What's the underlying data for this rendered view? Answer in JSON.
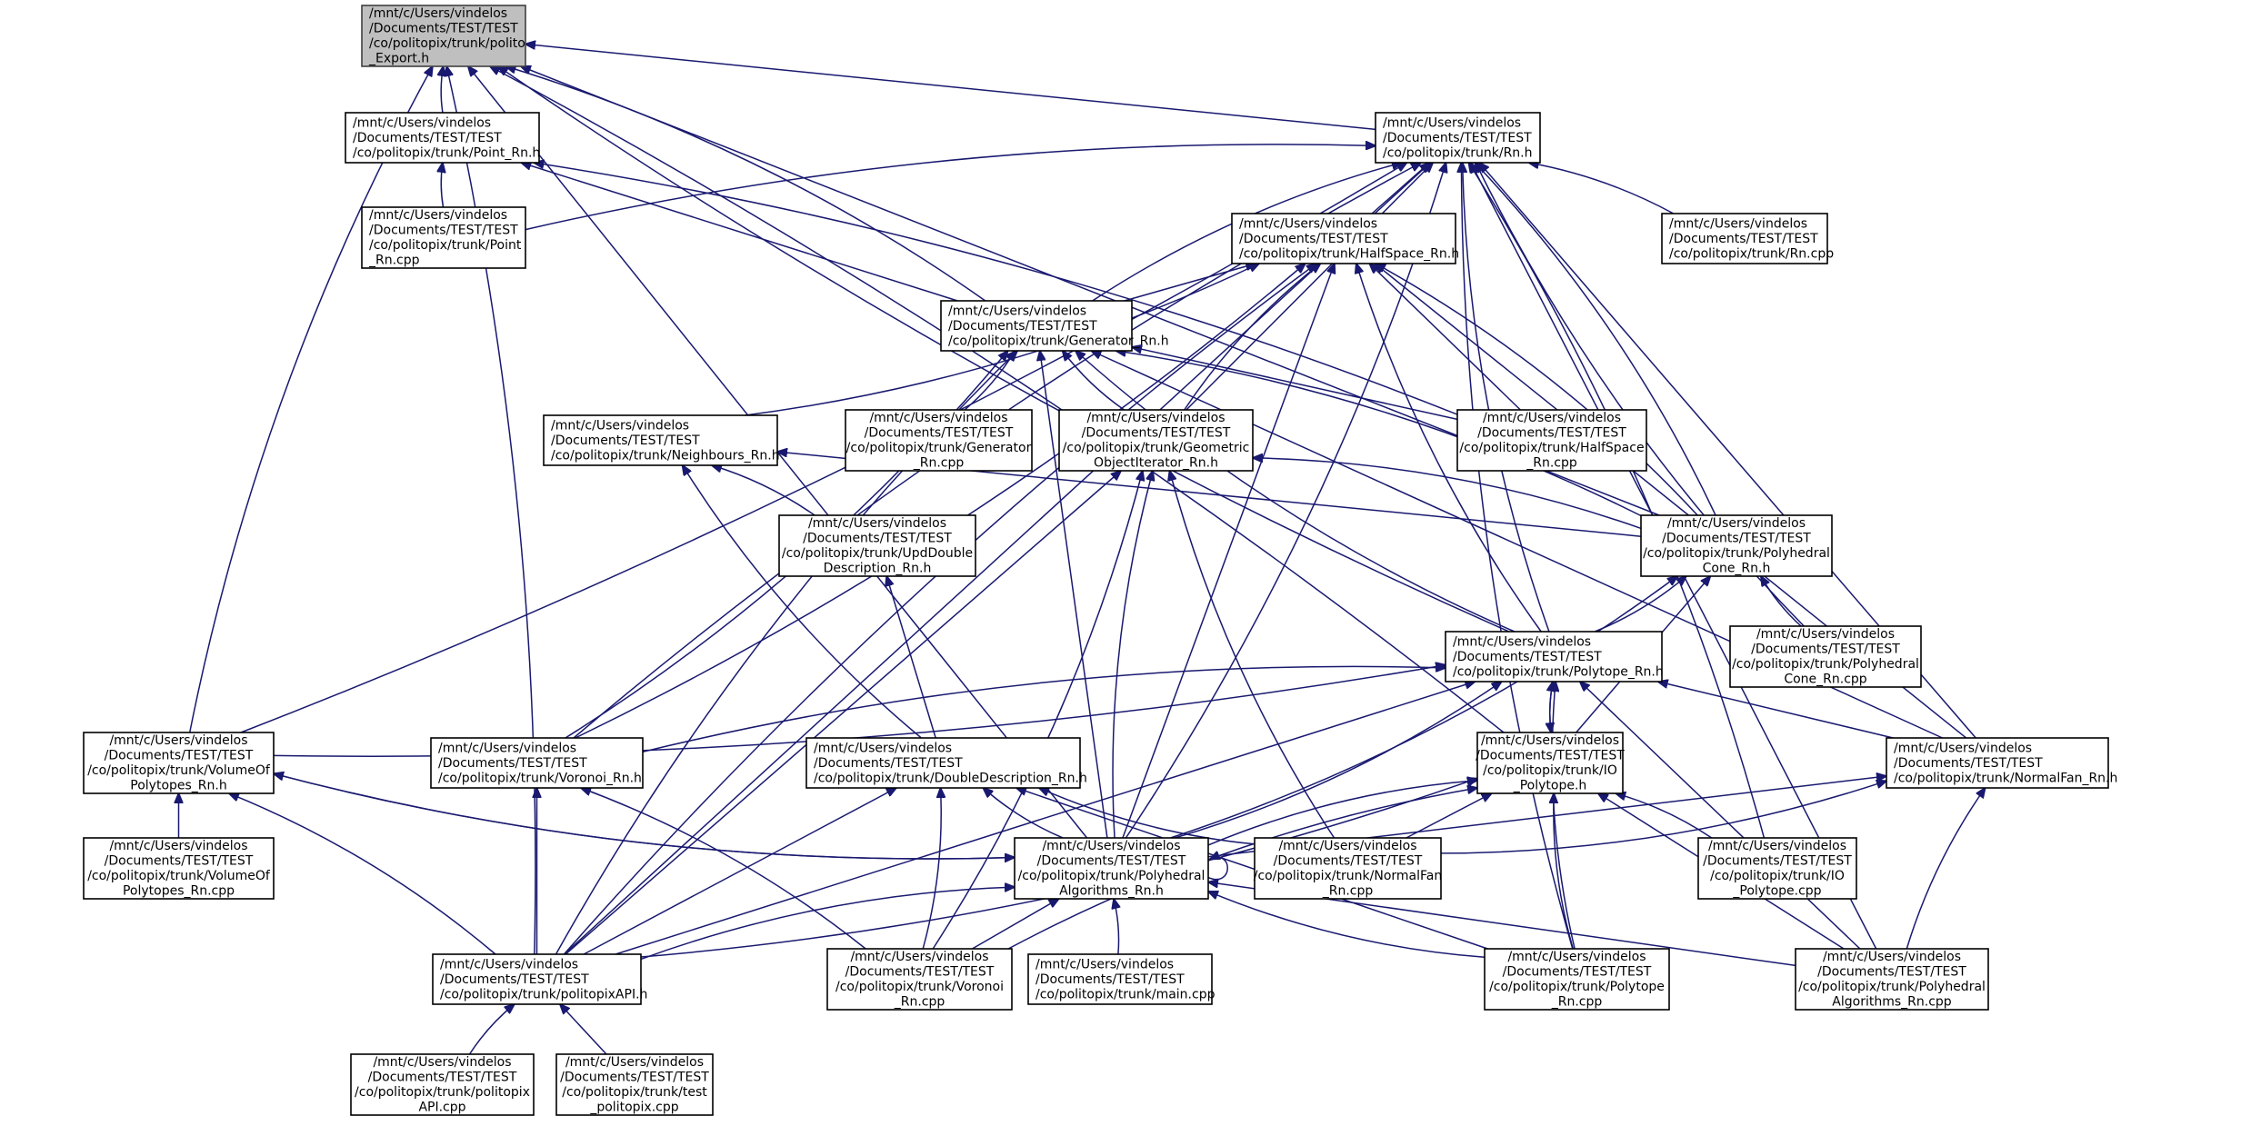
{
  "nodes": [
    {
      "id": "export",
      "lines": [
        "/mnt/c/Users/vindelos",
        "/Documents/TEST/TEST",
        "/co/politopix/trunk/polito",
        "_Export.h"
      ],
      "align": "left",
      "root": true
    },
    {
      "id": "point_h",
      "lines": [
        "/mnt/c/Users/vindelos",
        "/Documents/TEST/TEST",
        "/co/politopix/trunk/Point_Rn.h"
      ],
      "align": "left"
    },
    {
      "id": "rn_h",
      "lines": [
        "/mnt/c/Users/vindelos",
        "/Documents/TEST/TEST",
        "/co/politopix/trunk/Rn.h"
      ],
      "align": "left"
    },
    {
      "id": "point_cpp",
      "lines": [
        "/mnt/c/Users/vindelos",
        "/Documents/TEST/TEST",
        "/co/politopix/trunk/Point",
        "_Rn.cpp"
      ],
      "align": "left"
    },
    {
      "id": "halfspace_h",
      "lines": [
        "/mnt/c/Users/vindelos",
        "/Documents/TEST/TEST",
        "/co/politopix/trunk/HalfSpace_Rn.h"
      ],
      "align": "left"
    },
    {
      "id": "rn_cpp",
      "lines": [
        "/mnt/c/Users/vindelos",
        "/Documents/TEST/TEST",
        "/co/politopix/trunk/Rn.cpp"
      ],
      "align": "left"
    },
    {
      "id": "generator_h",
      "lines": [
        "/mnt/c/Users/vindelos",
        "/Documents/TEST/TEST",
        "/co/politopix/trunk/Generator_Rn.h"
      ],
      "align": "left"
    },
    {
      "id": "neighbours_h",
      "lines": [
        "/mnt/c/Users/vindelos",
        "/Documents/TEST/TEST",
        "/co/politopix/trunk/Neighbours_Rn.h"
      ],
      "align": "left"
    },
    {
      "id": "generator_cpp",
      "lines": [
        "/mnt/c/Users/vindelos",
        "/Documents/TEST/TEST",
        "/co/politopix/trunk/Generator",
        "_Rn.cpp"
      ],
      "align": "center"
    },
    {
      "id": "geomiter_h",
      "lines": [
        "/mnt/c/Users/vindelos",
        "/Documents/TEST/TEST",
        "/co/politopix/trunk/Geometric",
        "ObjectIterator_Rn.h"
      ],
      "align": "center"
    },
    {
      "id": "halfspace_cpp",
      "lines": [
        "/mnt/c/Users/vindelos",
        "/Documents/TEST/TEST",
        "/co/politopix/trunk/HalfSpace",
        "_Rn.cpp"
      ],
      "align": "center"
    },
    {
      "id": "upd_h",
      "lines": [
        "/mnt/c/Users/vindelos",
        "/Documents/TEST/TEST",
        "/co/politopix/trunk/UpdDouble",
        "Description_Rn.h"
      ],
      "align": "center"
    },
    {
      "id": "cone_h",
      "lines": [
        "/mnt/c/Users/vindelos",
        "/Documents/TEST/TEST",
        "/co/politopix/trunk/Polyhedral",
        "Cone_Rn.h"
      ],
      "align": "center"
    },
    {
      "id": "polytope_h",
      "lines": [
        "/mnt/c/Users/vindelos",
        "/Documents/TEST/TEST",
        "/co/politopix/trunk/Polytope_Rn.h"
      ],
      "align": "left"
    },
    {
      "id": "cone_cpp",
      "lines": [
        "/mnt/c/Users/vindelos",
        "/Documents/TEST/TEST",
        "/co/politopix/trunk/Polyhedral",
        "Cone_Rn.cpp"
      ],
      "align": "center"
    },
    {
      "id": "volume_h",
      "lines": [
        "/mnt/c/Users/vindelos",
        "/Documents/TEST/TEST",
        "/co/politopix/trunk/VolumeOf",
        "Polytopes_Rn.h"
      ],
      "align": "center"
    },
    {
      "id": "voronoi_h",
      "lines": [
        "/mnt/c/Users/vindelos",
        "/Documents/TEST/TEST",
        "/co/politopix/trunk/Voronoi_Rn.h"
      ],
      "align": "left"
    },
    {
      "id": "dd_h",
      "lines": [
        "/mnt/c/Users/vindelos",
        "/Documents/TEST/TEST",
        "/co/politopix/trunk/DoubleDescription_Rn.h"
      ],
      "align": "left"
    },
    {
      "id": "io_h",
      "lines": [
        "/mnt/c/Users/vindelos",
        "/Documents/TEST/TEST",
        "/co/politopix/trunk/IO",
        "_Polytope.h"
      ],
      "align": "center"
    },
    {
      "id": "normalfan_h",
      "lines": [
        "/mnt/c/Users/vindelos",
        "/Documents/TEST/TEST",
        "/co/politopix/trunk/NormalFan_Rn.h"
      ],
      "align": "left"
    },
    {
      "id": "volume_cpp",
      "lines": [
        "/mnt/c/Users/vindelos",
        "/Documents/TEST/TEST",
        "/co/politopix/trunk/VolumeOf",
        "Polytopes_Rn.cpp"
      ],
      "align": "center"
    },
    {
      "id": "algos_h",
      "lines": [
        "/mnt/c/Users/vindelos",
        "/Documents/TEST/TEST",
        "/co/politopix/trunk/Polyhedral",
        "Algorithms_Rn.h"
      ],
      "align": "center"
    },
    {
      "id": "normalfan_cpp",
      "lines": [
        "/mnt/c/Users/vindelos",
        "/Documents/TEST/TEST",
        "/co/politopix/trunk/NormalFan",
        "_Rn.cpp"
      ],
      "align": "center"
    },
    {
      "id": "io_cpp",
      "lines": [
        "/mnt/c/Users/vindelos",
        "/Documents/TEST/TEST",
        "/co/politopix/trunk/IO",
        "_Polytope.cpp"
      ],
      "align": "center"
    },
    {
      "id": "api_h",
      "lines": [
        "/mnt/c/Users/vindelos",
        "/Documents/TEST/TEST",
        "/co/politopix/trunk/politopixAPI.h"
      ],
      "align": "left"
    },
    {
      "id": "voronoi_cpp",
      "lines": [
        "/mnt/c/Users/vindelos",
        "/Documents/TEST/TEST",
        "/co/politopix/trunk/Voronoi",
        "_Rn.cpp"
      ],
      "align": "center"
    },
    {
      "id": "main_cpp",
      "lines": [
        "/mnt/c/Users/vindelos",
        "/Documents/TEST/TEST",
        "/co/politopix/trunk/main.cpp"
      ],
      "align": "left"
    },
    {
      "id": "polytope_cpp",
      "lines": [
        "/mnt/c/Users/vindelos",
        "/Documents/TEST/TEST",
        "/co/politopix/trunk/Polytope",
        "_Rn.cpp"
      ],
      "align": "center"
    },
    {
      "id": "algos_cpp",
      "lines": [
        "/mnt/c/Users/vindelos",
        "/Documents/TEST/TEST",
        "/co/politopix/trunk/Polyhedral",
        "Algorithms_Rn.cpp"
      ],
      "align": "center"
    },
    {
      "id": "api_cpp",
      "lines": [
        "/mnt/c/Users/vindelos",
        "/Documents/TEST/TEST",
        "/co/politopix/trunk/politopix",
        "API.cpp"
      ],
      "align": "center"
    },
    {
      "id": "test_cpp",
      "lines": [
        "/mnt/c/Users/vindelos",
        "/Documents/TEST/TEST",
        "/co/politopix/trunk/test",
        "_politopix.cpp"
      ],
      "align": "center"
    }
  ],
  "edges": [
    [
      "point_h",
      "export"
    ],
    [
      "rn_h",
      "export"
    ],
    [
      "generator_h",
      "export"
    ],
    [
      "volume_h",
      "export"
    ],
    [
      "algos_h",
      "export"
    ],
    [
      "api_h",
      "export"
    ],
    [
      "polytope_h",
      "export"
    ],
    [
      "cone_h",
      "export"
    ],
    [
      "io_h",
      "export"
    ],
    [
      "point_cpp",
      "point_h"
    ],
    [
      "generator_h",
      "point_h"
    ],
    [
      "halfspace_cpp",
      "point_h"
    ],
    [
      "point_cpp",
      "rn_h"
    ],
    [
      "halfspace_h",
      "rn_h"
    ],
    [
      "rn_cpp",
      "rn_h"
    ],
    [
      "generator_h",
      "rn_h"
    ],
    [
      "geomiter_h",
      "rn_h"
    ],
    [
      "cone_h",
      "rn_h"
    ],
    [
      "cone_cpp",
      "rn_h"
    ],
    [
      "normalfan_h",
      "rn_h"
    ],
    [
      "io_cpp",
      "rn_h"
    ],
    [
      "polytope_cpp",
      "rn_h"
    ],
    [
      "algos_cpp",
      "rn_h"
    ],
    [
      "volume_h",
      "rn_h"
    ],
    [
      "voronoi_h",
      "rn_h"
    ],
    [
      "api_h",
      "rn_h"
    ],
    [
      "algos_h",
      "rn_h"
    ],
    [
      "polytope_h",
      "rn_h"
    ],
    [
      "generator_h",
      "halfspace_h"
    ],
    [
      "neighbours_h",
      "halfspace_h"
    ],
    [
      "geomiter_h",
      "halfspace_h"
    ],
    [
      "halfspace_cpp",
      "halfspace_h"
    ],
    [
      "cone_h",
      "halfspace_h"
    ],
    [
      "polytope_h",
      "halfspace_h"
    ],
    [
      "normalfan_h",
      "halfspace_h"
    ],
    [
      "voronoi_h",
      "halfspace_h"
    ],
    [
      "api_h",
      "halfspace_h"
    ],
    [
      "algos_h",
      "halfspace_h"
    ],
    [
      "generator_cpp",
      "generator_h"
    ],
    [
      "geomiter_h",
      "generator_h"
    ],
    [
      "halfspace_cpp",
      "generator_h"
    ],
    [
      "cone_h",
      "generator_h"
    ],
    [
      "polytope_h",
      "generator_h"
    ],
    [
      "normalfan_h",
      "generator_h"
    ],
    [
      "voronoi_h",
      "generator_h"
    ],
    [
      "api_h",
      "generator_h"
    ],
    [
      "algos_h",
      "generator_h"
    ],
    [
      "upd_h",
      "neighbours_h"
    ],
    [
      "dd_h",
      "neighbours_h"
    ],
    [
      "cone_h",
      "neighbours_h"
    ],
    [
      "cone_h",
      "geomiter_h"
    ],
    [
      "algos_h",
      "geomiter_h"
    ],
    [
      "api_h",
      "geomiter_h"
    ],
    [
      "voronoi_cpp",
      "geomiter_h"
    ],
    [
      "normalfan_cpp",
      "geomiter_h"
    ],
    [
      "dd_h",
      "upd_h"
    ],
    [
      "polytope_h",
      "cone_h"
    ],
    [
      "cone_cpp",
      "cone_h"
    ],
    [
      "io_h",
      "cone_h"
    ],
    [
      "algos_h",
      "cone_h"
    ],
    [
      "io_h",
      "polytope_h"
    ],
    [
      "normalfan_h",
      "polytope_h"
    ],
    [
      "volume_h",
      "polytope_h"
    ],
    [
      "voronoi_h",
      "polytope_h"
    ],
    [
      "api_h",
      "polytope_h"
    ],
    [
      "algos_h",
      "polytope_h"
    ],
    [
      "polytope_cpp",
      "polytope_h"
    ],
    [
      "algos_cpp",
      "polytope_h"
    ],
    [
      "polytope_h",
      "io_h"
    ],
    [
      "algos_h",
      "io_h"
    ],
    [
      "normalfan_cpp",
      "io_h"
    ],
    [
      "io_cpp",
      "io_h"
    ],
    [
      "polytope_cpp",
      "io_h"
    ],
    [
      "algos_cpp",
      "io_h"
    ],
    [
      "api_h",
      "io_h"
    ],
    [
      "voronoi_cpp",
      "io_h"
    ],
    [
      "algos_h",
      "normalfan_h"
    ],
    [
      "normalfan_cpp",
      "normalfan_h"
    ],
    [
      "algos_cpp",
      "normalfan_h"
    ],
    [
      "volume_cpp",
      "volume_h"
    ],
    [
      "api_h",
      "volume_h"
    ],
    [
      "algos_h",
      "volume_h"
    ],
    [
      "api_h",
      "voronoi_h"
    ],
    [
      "voronoi_cpp",
      "voronoi_h"
    ],
    [
      "algos_h",
      "dd_h"
    ],
    [
      "api_h",
      "dd_h"
    ],
    [
      "voronoi_cpp",
      "dd_h"
    ],
    [
      "normalfan_cpp",
      "dd_h"
    ],
    [
      "polytope_cpp",
      "dd_h"
    ],
    [
      "algos_h",
      "algos_h"
    ],
    [
      "api_h",
      "algos_h"
    ],
    [
      "voronoi_cpp",
      "algos_h"
    ],
    [
      "main_cpp",
      "algos_h"
    ],
    [
      "polytope_cpp",
      "algos_h"
    ],
    [
      "algos_cpp",
      "algos_h"
    ],
    [
      "volume_h",
      "algos_h"
    ],
    [
      "api_cpp",
      "api_h"
    ],
    [
      "test_cpp",
      "api_h"
    ]
  ]
}
